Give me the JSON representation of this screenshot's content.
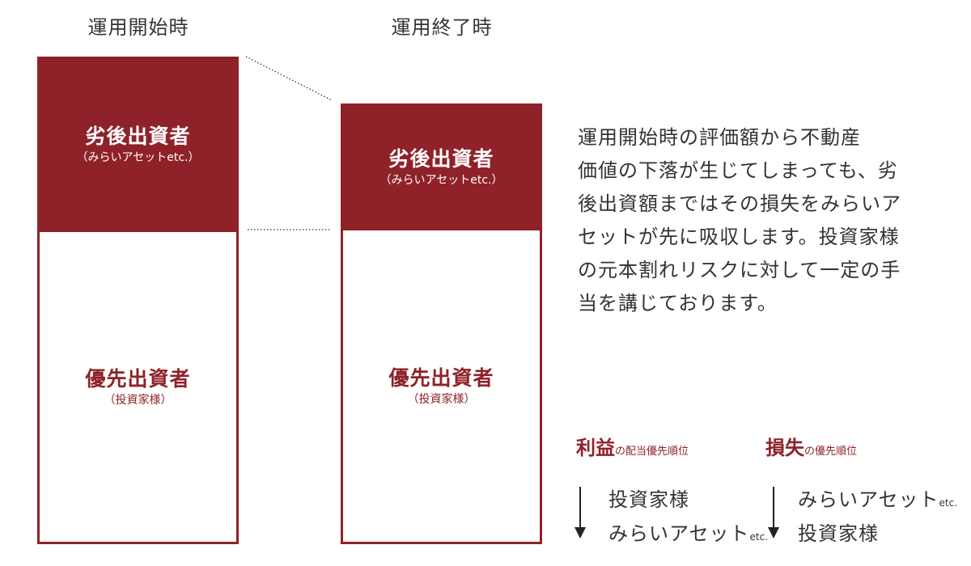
{
  "columns": {
    "start": {
      "title": "運用開始時",
      "top_main": "劣後出資者",
      "top_sub": "（みらいアセットetc.）",
      "bottom_main": "優先出資者",
      "bottom_sub": "（投資家様）"
    },
    "end": {
      "title": "運用終了時",
      "top_main": "劣後出資者",
      "top_sub": "（みらいアセットetc.）",
      "bottom_main": "優先出資者",
      "bottom_sub": "（投資家様）"
    }
  },
  "description": [
    "運用開始時の評価額から不動産",
    "価値の下落が生じてしまっても、劣",
    "後出資額まではその損失をみらいア",
    "セットが先に吸収します。投資家様",
    "の元本割れリスクに対して一定の手",
    "当を講じております。"
  ],
  "priority": {
    "profit": {
      "head_big": "利益",
      "head_small": "の配当優先順位",
      "first": "投資家様",
      "second": "みらいアセット",
      "second_suffix": "etc."
    },
    "loss": {
      "head_big": "損失",
      "head_small": "の優先順位",
      "first": "みらいアセット",
      "first_suffix": "etc.",
      "second": "投資家様"
    }
  },
  "colors": {
    "accent": "#8f2229",
    "text": "#333333"
  }
}
